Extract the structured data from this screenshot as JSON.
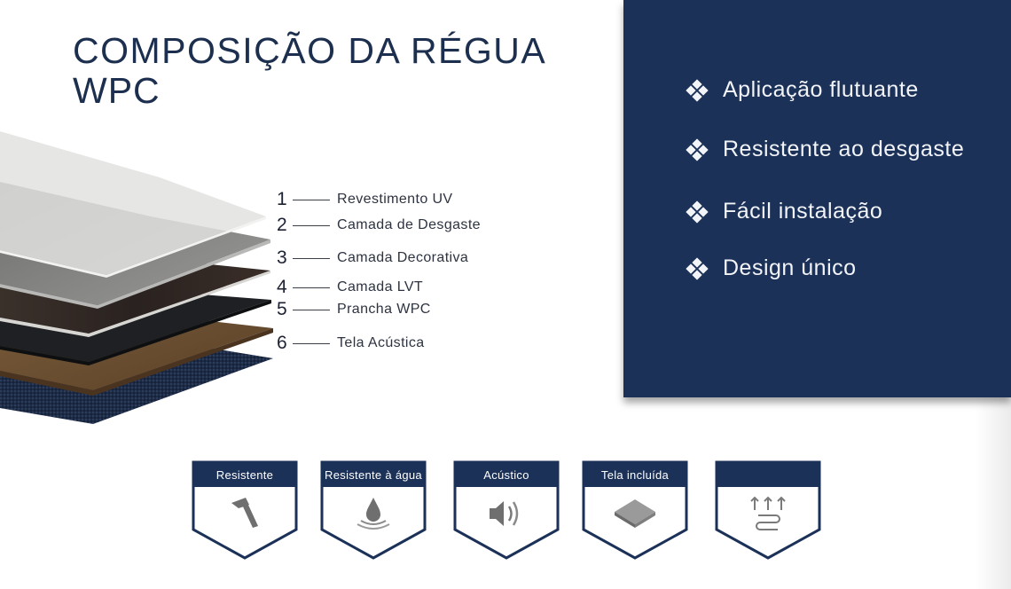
{
  "header": {
    "title_line1": "COMPOSIÇÃO DA RÉGUA",
    "title_line2": "WPC"
  },
  "layers": [
    {
      "number": "1",
      "label": "Revestimento UV"
    },
    {
      "number": "2",
      "label": "Camada de Desgaste"
    },
    {
      "number": "3",
      "label": "Camada Decorativa"
    },
    {
      "number": "4",
      "label": "Camada LVT"
    },
    {
      "number": "5",
      "label": "Prancha WPC"
    },
    {
      "number": "6",
      "label": "Tela Acústica"
    }
  ],
  "features": [
    {
      "label": "Aplicação flutuante"
    },
    {
      "label": "Resistente ao desgaste"
    },
    {
      "label": "Fácil instalação"
    },
    {
      "label": "Design único"
    }
  ],
  "badges": [
    {
      "label": "Resistente",
      "icon": "hammer-icon"
    },
    {
      "label": "Resistente à água",
      "icon": "water-drop-icon"
    },
    {
      "label": "Acústico",
      "icon": "speaker-icon"
    },
    {
      "label": "Tela incluída",
      "icon": "tile-icon"
    },
    {
      "label": "",
      "icon": "heating-arrows-icon"
    }
  ],
  "colors": {
    "navy": "#1b3158",
    "wood_brown": "#6e5233",
    "text_dark": "#1d2f4e"
  }
}
